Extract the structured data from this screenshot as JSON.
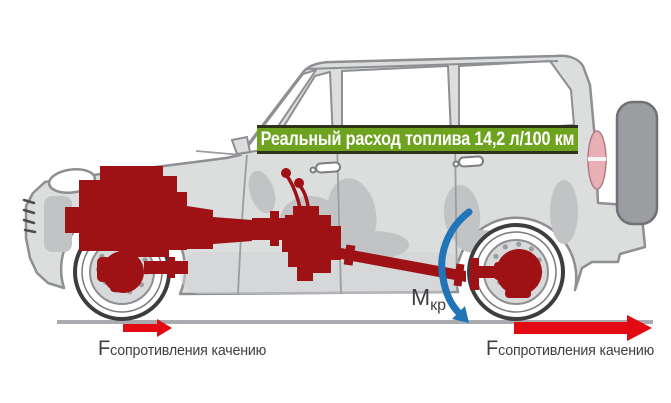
{
  "banner": {
    "text": "Реальный расход топлива 14,2 л/100 км"
  },
  "force_labels": {
    "front": {
      "symbol": "F",
      "subscript": "сопротивления качению"
    },
    "rear": {
      "symbol": "F",
      "subscript": "сопротивления качению"
    }
  },
  "torque_label": {
    "symbol": "М",
    "subscript": "кр"
  },
  "colors": {
    "banner_bg": "#6ea31f",
    "banner_text": "#ffffff",
    "banner_border": "#2e331a",
    "drivetrain_red": "#9e1115",
    "force_arrow_red": "#e30b13",
    "torque_arrow_blue": "#2274b8",
    "body_fill": "#dcdddd",
    "body_outline": "#8d8f92",
    "ground_gray": "#a9abae",
    "label_text": "#3e3f41",
    "tail_light_pink": "#eaaeb6",
    "spare_tire_gray": "#9b9da0",
    "interior_shadow": "#c2c3c5"
  }
}
